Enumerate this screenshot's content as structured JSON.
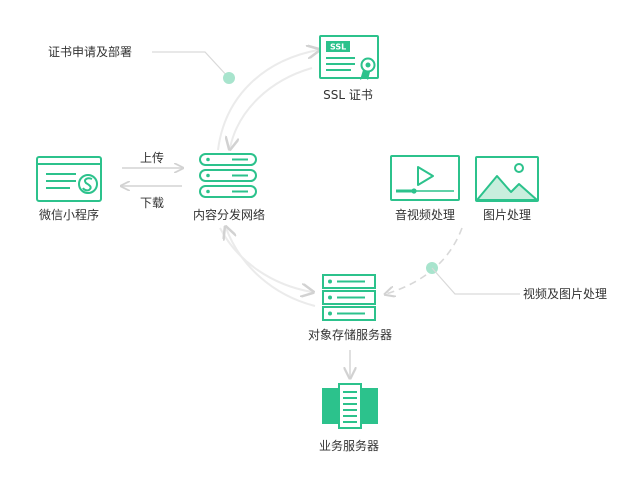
{
  "colors": {
    "accent": "#2cc28c",
    "accent_light": "#c8eedd",
    "connector": "#d7d7d7",
    "text": "#333333"
  },
  "annotations": {
    "cert_deploy": "证书申请及部署",
    "video_image_processing": "视频及图片处理"
  },
  "nodes": {
    "ssl_cert": {
      "label": "SSL 证书",
      "icon_text": "SSL",
      "icon": "ssl-certificate-icon"
    },
    "mini_program": {
      "label": "微信小程序",
      "icon": "mini-program-icon"
    },
    "cdn": {
      "label": "内容分发网络",
      "icon": "server-stack-icon"
    },
    "audio_video": {
      "label": "音视频处理",
      "icon": "video-player-icon"
    },
    "image_processing": {
      "label": "图片处理",
      "icon": "image-icon"
    },
    "object_storage": {
      "label": "对象存储服务器",
      "icon": "storage-server-icon"
    },
    "business_server": {
      "label": "业务服务器",
      "icon": "business-server-icon"
    }
  },
  "edges": {
    "upload": "上传",
    "download": "下载"
  }
}
